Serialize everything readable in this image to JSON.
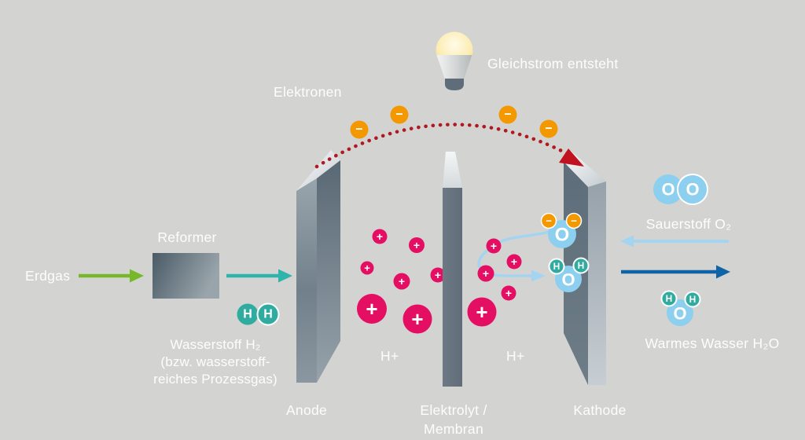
{
  "labels": {
    "elektronen": "Elektronen",
    "gleichstrom": "Gleichstrom entsteht",
    "erdgas": "Erdgas",
    "reformer": "Reformer",
    "wasserstoff_line1": "Wasserstoff H₂",
    "wasserstoff_line2": "(bzw. wasserstoff-",
    "wasserstoff_line3": "reiches Prozessgas)",
    "h_plus_left": "H+",
    "h_plus_right": "H+",
    "anode": "Anode",
    "elektrolyt": "Elektrolyt /",
    "membran": "Membran",
    "kathode": "Kathode",
    "sauerstoff": "Sauerstoff O₂",
    "warmes_wasser": "Warmes Wasser H₂O"
  },
  "glyphs": {
    "plus": "+",
    "minus": "−",
    "h": "H",
    "o": "O"
  },
  "icons": {
    "light_bulb": "light-bulb-icon",
    "electron_flow": "dotted-arc-with-arrow"
  },
  "colors": {
    "background": "#d3d4d2",
    "ion_pink": "#e40f63",
    "electron_orange": "#f49800",
    "electron_path_red": "#b1181f",
    "arrow_green": "#76b82a",
    "arrow_teal": "#2eb4ac",
    "arrow_light_blue": "#a4d4f0",
    "arrow_dark_blue": "#0f63a7",
    "molecule_blue": "#8ccfee",
    "molecule_teal": "#30ab9f",
    "label_white": "#ffffff"
  }
}
